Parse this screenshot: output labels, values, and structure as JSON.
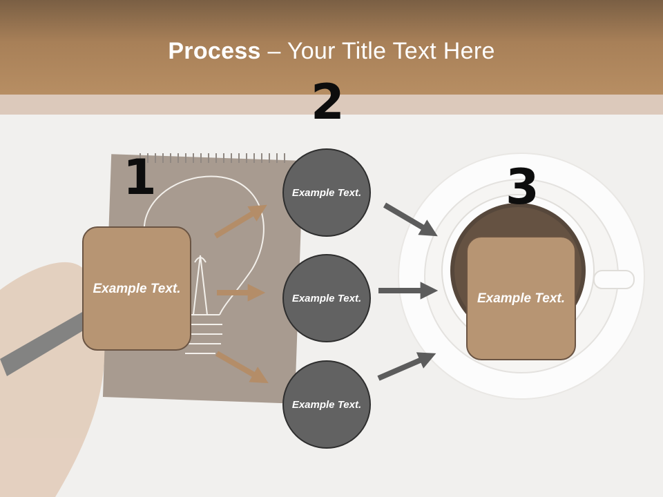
{
  "title": {
    "strong": "Process",
    "rest": " – Your Title Text Here"
  },
  "steps": [
    "1",
    "2",
    "3"
  ],
  "left_box": {
    "text": "Example Text."
  },
  "circles": [
    "Example Text.",
    "Example Text.",
    "Example Text."
  ],
  "right_box": {
    "text": "Example Text."
  },
  "colors": {
    "header": "#b78e63",
    "subband": "#dcc9bb",
    "box_fill": "#b79573",
    "circle_fill": "#626262",
    "arrow_tan": "#b48d68",
    "arrow_grey": "#5c5c5c"
  }
}
